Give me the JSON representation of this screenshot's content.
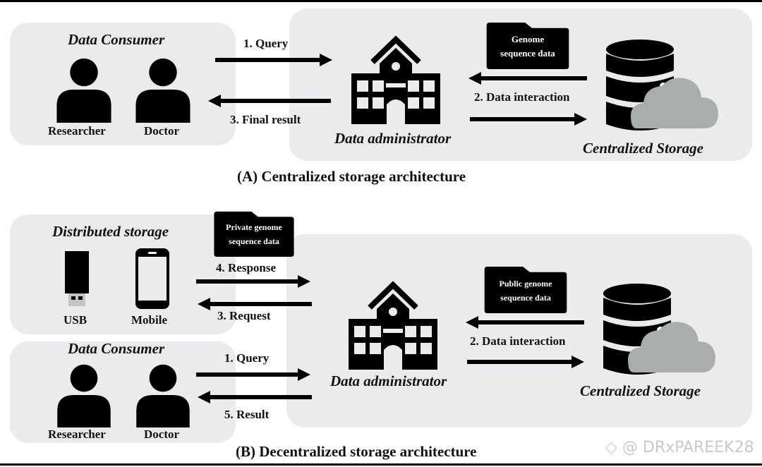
{
  "section_a": {
    "caption": "(A) Centralized storage architecture",
    "consumer": {
      "title": "Data Consumer",
      "people": [
        "Researcher",
        "Doctor"
      ]
    },
    "arrows": {
      "query": "1. Query",
      "final_result": "3. Final result",
      "data_interaction": "2. Data interaction"
    },
    "folder": {
      "line1": "Genome",
      "line2": "sequence data"
    },
    "administrator": "Data administrator",
    "storage": "Centralized Storage"
  },
  "section_b": {
    "caption": "(B) Decentralized storage architecture",
    "distributed": {
      "title": "Distributed storage",
      "devices": [
        "USB",
        "Mobile"
      ]
    },
    "consumer": {
      "title": "Data Consumer",
      "people": [
        "Researcher",
        "Doctor"
      ]
    },
    "arrows": {
      "response": "4. Response",
      "request": "3. Request",
      "query": "1. Query",
      "result": "5. Result",
      "data_interaction": "2. Data interaction"
    },
    "private_folder": {
      "line1": "Private genome",
      "line2": "sequence data"
    },
    "public_folder": {
      "line1": "Public genome",
      "line2": "sequence data"
    },
    "administrator": "Data administrator",
    "storage": "Centralized Storage"
  },
  "watermark": "◇ @ DRxPAREEK28",
  "colors": {
    "panel": "#ebebed",
    "icon": "#000000",
    "cloud": "#a8aeae"
  }
}
